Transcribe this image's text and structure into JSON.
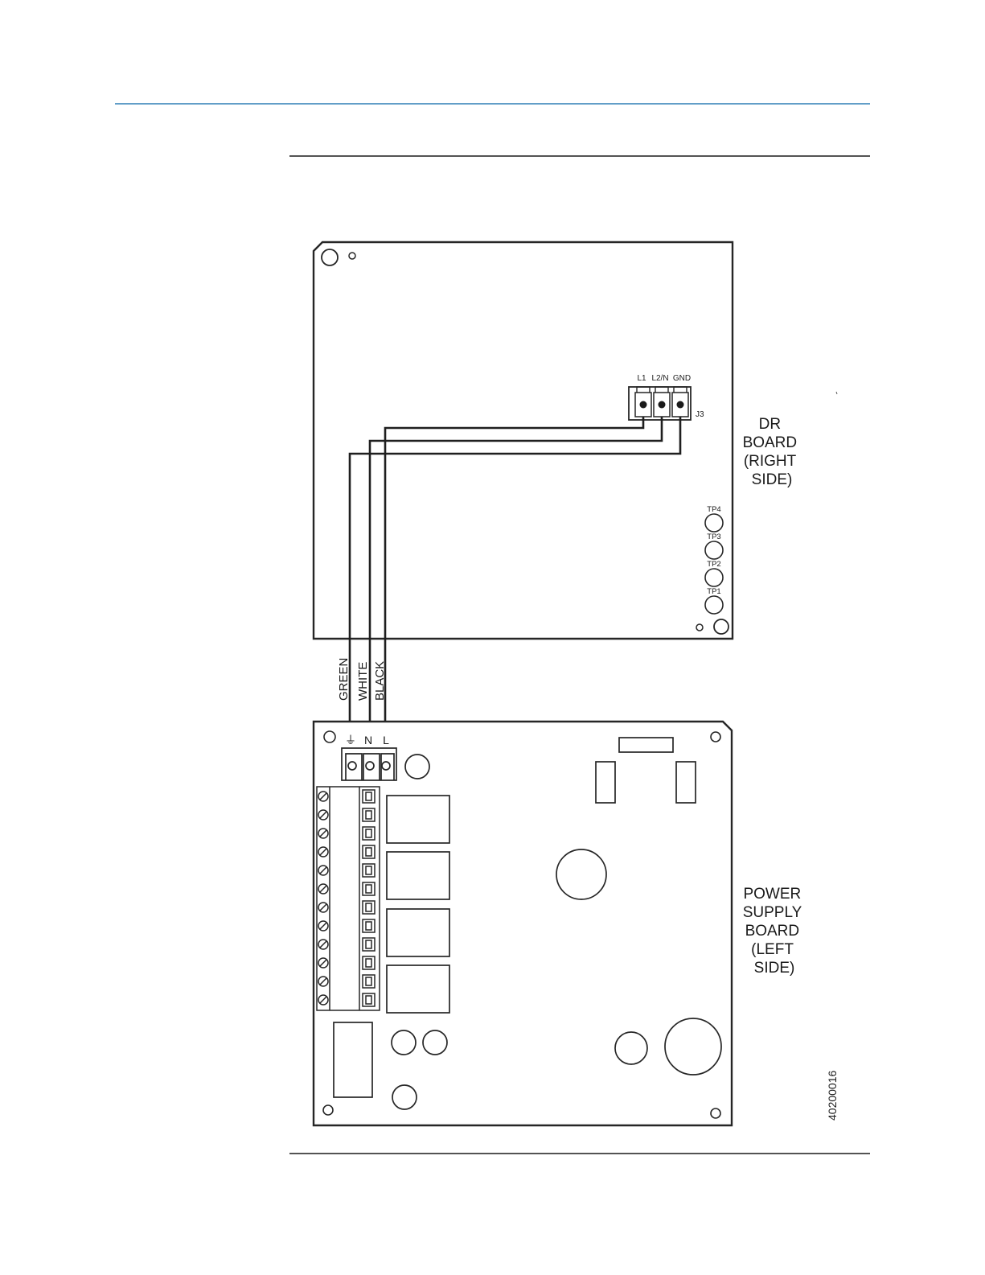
{
  "colors": {
    "accent_rule": "#2f7fb5",
    "ink": "#1a1a1a",
    "board_stroke": "#262626"
  },
  "dr_board": {
    "label_lines": [
      "DR",
      "BOARD",
      "(RIGHT",
      "SIDE)"
    ],
    "connector": {
      "designator": "J3",
      "pins": [
        "L1",
        "L2/N",
        "GND"
      ]
    },
    "test_points": [
      "TP4",
      "TP3",
      "TP2",
      "TP1"
    ]
  },
  "wires": [
    "GREEN",
    "WHITE",
    "BLACK"
  ],
  "power_supply_board": {
    "label_lines": [
      "POWER",
      "SUPPLY",
      "BOARD",
      "(LEFT",
      "SIDE)"
    ],
    "terminal_pins": [
      "⏚",
      "N",
      "L"
    ]
  },
  "figure_id": "40200016"
}
